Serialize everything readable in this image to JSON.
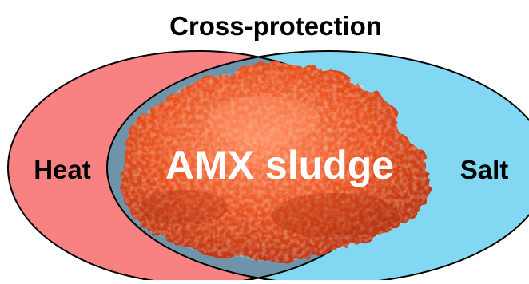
{
  "title": "Cross-protection",
  "left_label": "Heat",
  "right_label": "Salt",
  "center_label": "AMX sludge",
  "colors": {
    "left_ellipse": "#f88282",
    "right_ellipse": "#82d8f2",
    "overlap": "#6f93a9",
    "sludge_base": "#e34a1f",
    "sludge_highlight": "#ff7a4d",
    "sludge_shadow": "#b3260c",
    "outline": "#000000",
    "text_dark": "#000000",
    "text_light": "#ffffff"
  }
}
